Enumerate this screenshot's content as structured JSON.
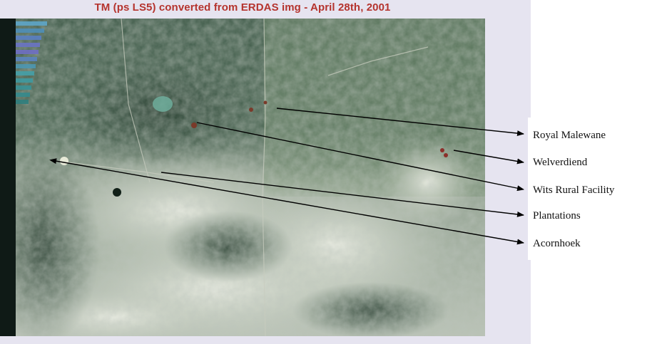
{
  "figure": {
    "title": "TM (ps LS5) converted from ERDAS img - April 28th, 2001",
    "colors": {
      "title": "#b5342e",
      "frame": "#e6e4f0",
      "vegetation_dark": "#2f4a3a",
      "vegetation_mid": "#4d6a54",
      "bare_light": "#d9dccf",
      "arrow": "#000000"
    }
  },
  "annotations": [
    {
      "id": "royal-malewane",
      "label": "Royal Malewane"
    },
    {
      "id": "welverdiend",
      "label": "Welverdiend"
    },
    {
      "id": "wits-rural-facility",
      "label": "Wits Rural Facility"
    },
    {
      "id": "plantations",
      "label": "Plantations"
    },
    {
      "id": "acornhoek",
      "label": "Acornhoek"
    }
  ]
}
